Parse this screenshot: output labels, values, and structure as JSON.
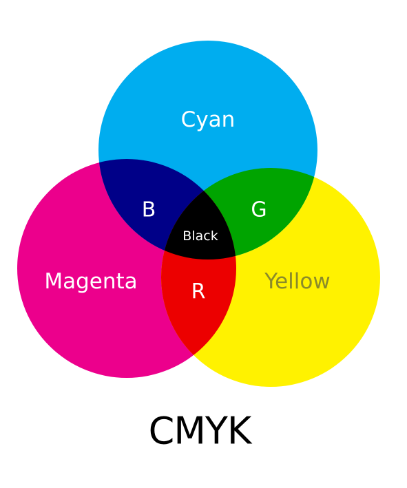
{
  "title": "CMYK",
  "circles": {
    "cyan": {
      "label": "Cyan",
      "color": "#00adef",
      "text_color": "#ffffff"
    },
    "magenta": {
      "label": "Magenta",
      "color": "#ec008c",
      "text_color": "#ffffff"
    },
    "yellow": {
      "label": "Yellow",
      "color": "#fff200",
      "text_color": "#8a8a2a"
    }
  },
  "overlaps": {
    "cyan_magenta": {
      "label": "B",
      "color": "#000088",
      "text_color": "#ffffff"
    },
    "cyan_yellow": {
      "label": "G",
      "color": "#00a400",
      "text_color": "#ffffff"
    },
    "magenta_yellow": {
      "label": "R",
      "color": "#ec0000",
      "text_color": "#ffffff"
    },
    "center": {
      "label": "Black",
      "color": "#000000",
      "text_color": "#ffffff"
    }
  },
  "title_color": "#000000"
}
